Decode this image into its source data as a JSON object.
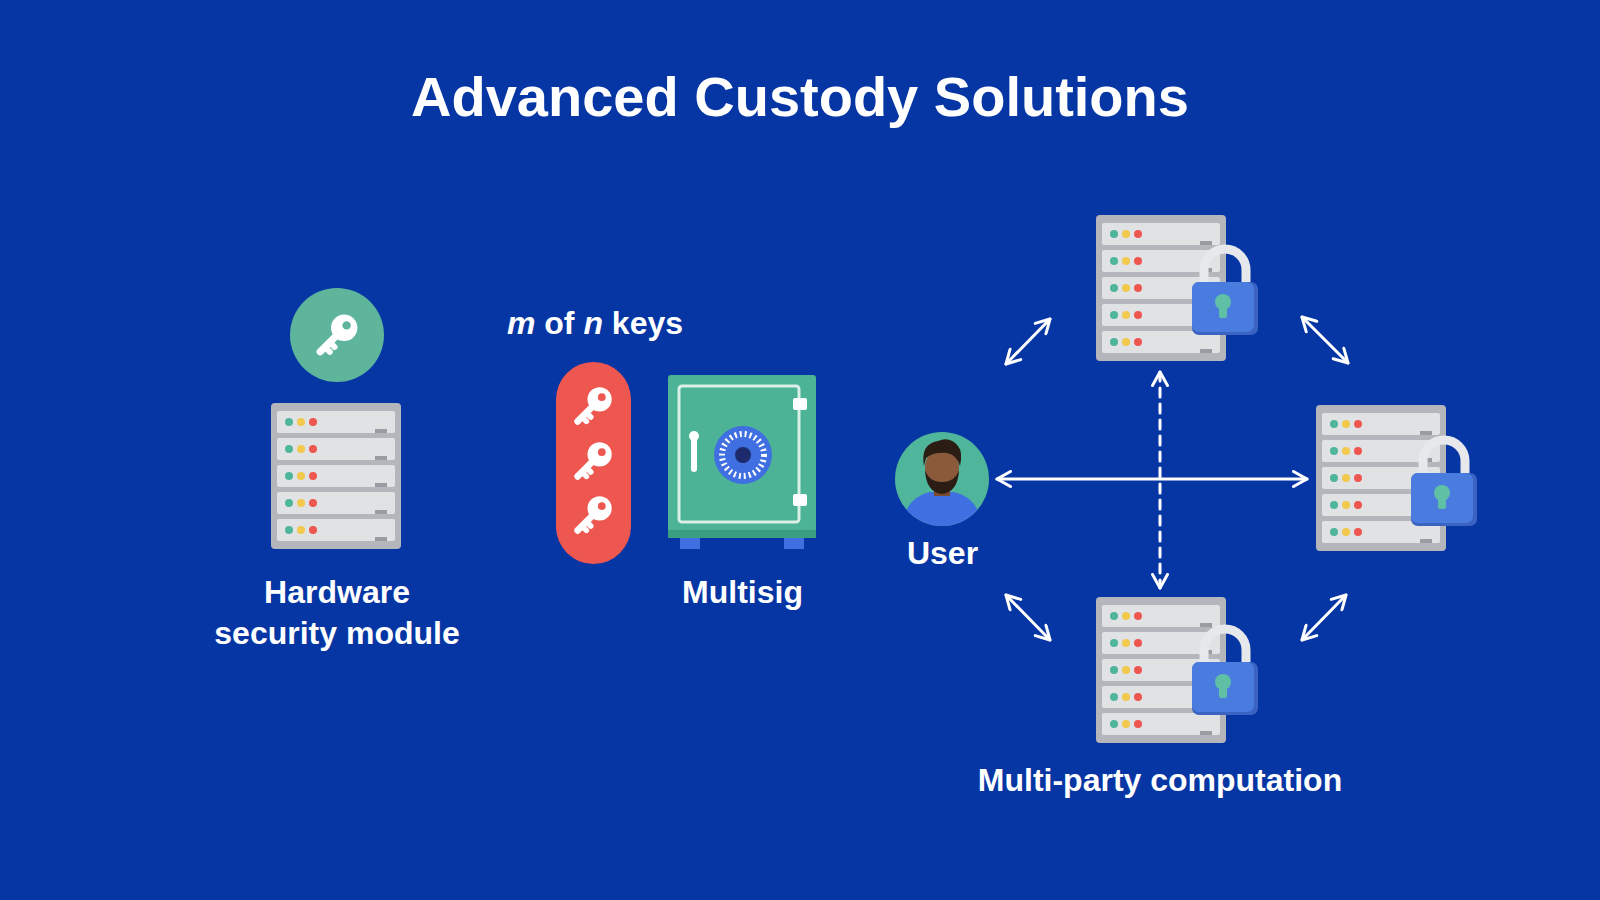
{
  "diagram": {
    "title": "Advanced Custody Solutions",
    "nodes": [
      {
        "text": [
          "Hardware security module"
        ]
      },
      {
        "text": [
          "m of n keys"
        ]
      },
      {
        "text": [
          "Multisig"
        ]
      },
      {
        "text": [
          "User"
        ]
      }
    ],
    "labels": [
      "Multi-party computation"
    ]
  }
}
